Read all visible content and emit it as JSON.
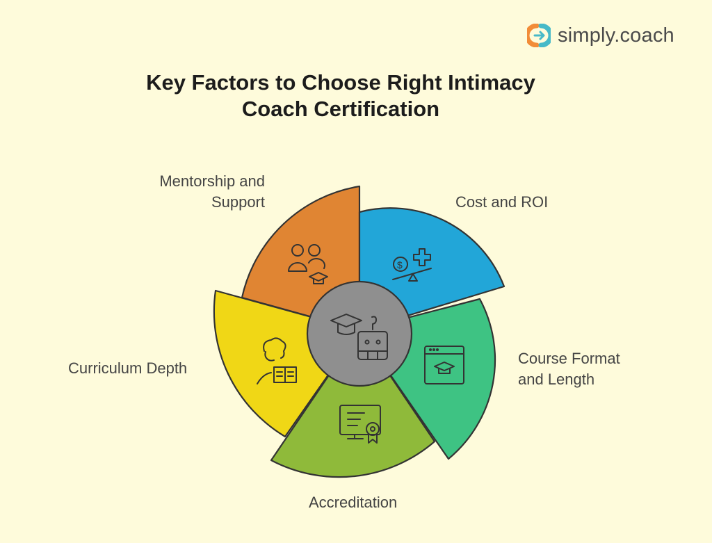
{
  "brand": {
    "name": "simply.coach",
    "colors": {
      "orange": "#f28c38",
      "teal": "#46b9c8"
    }
  },
  "title": {
    "line1": "Key Factors to Choose Right Intimacy",
    "line2": "Coach Certification"
  },
  "center": {
    "icon": "graduation-cap-robot-icon",
    "color": "#8f8f8f"
  },
  "segments": [
    {
      "id": "mentorship",
      "label_line1": "Mentorship and",
      "label_line2": "Support",
      "color": "#e08533",
      "icon": "mentors-graduation-icon"
    },
    {
      "id": "cost",
      "label_line1": "Cost and ROI",
      "label_line2": "",
      "color": "#22a6d8",
      "icon": "cost-balance-icon"
    },
    {
      "id": "course",
      "label_line1": "Course Format",
      "label_line2": "and Length",
      "color": "#3ec383",
      "icon": "online-course-icon"
    },
    {
      "id": "accreditation",
      "label_line1": "Accreditation",
      "label_line2": "",
      "color": "#8fba3a",
      "icon": "certificate-icon"
    },
    {
      "id": "curriculum",
      "label_line1": "Curriculum Depth",
      "label_line2": "",
      "color": "#f0d716",
      "icon": "student-reading-icon"
    }
  ]
}
